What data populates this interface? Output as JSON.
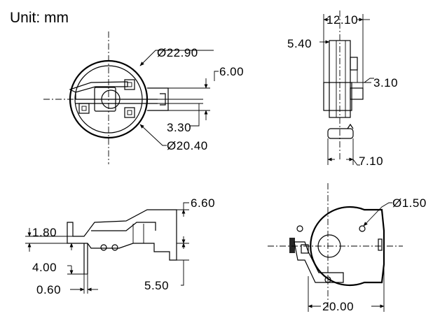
{
  "unit_label": "Unit: mm",
  "dimensions": {
    "top_left_outer_dia": "Ø22.90",
    "top_left_width": "6.00",
    "top_left_offset": "3.30",
    "top_left_inner_dia": "Ø20.40",
    "top_right_width": "12.10",
    "top_right_left": "5.40",
    "top_right_pin": "3.10",
    "top_right_foot": "7.10",
    "bottom_left_height": "6.60",
    "bottom_left_step": "1.80",
    "bottom_left_pin": "4.00",
    "bottom_left_foot": "5.50",
    "bottom_left_thick": "0.60",
    "bottom_right_hole": "Ø1.50",
    "bottom_right_width": "20.00"
  }
}
